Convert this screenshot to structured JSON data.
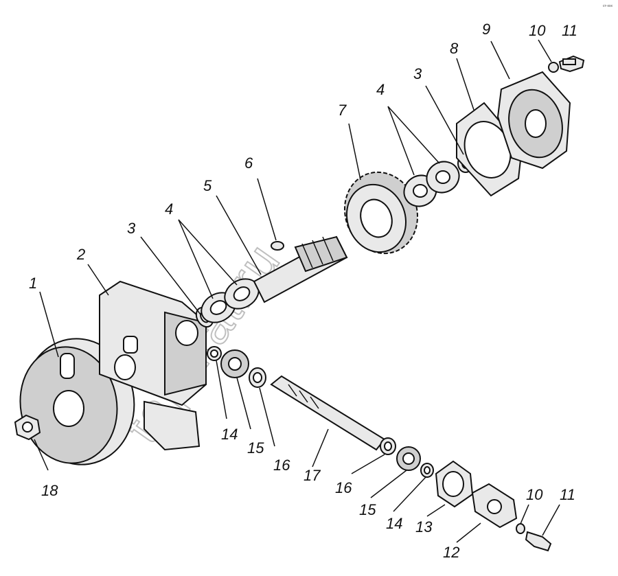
{
  "watermark": "tap-kat.ru",
  "corner_mark": "ст-ххх",
  "callouts": [
    "1",
    "2",
    "3",
    "4",
    "5",
    "6",
    "3",
    "4",
    "7",
    "8",
    "9",
    "10",
    "11",
    "18",
    "14",
    "15",
    "16",
    "17",
    "16",
    "15",
    "14",
    "13",
    "12",
    "10",
    "11"
  ]
}
